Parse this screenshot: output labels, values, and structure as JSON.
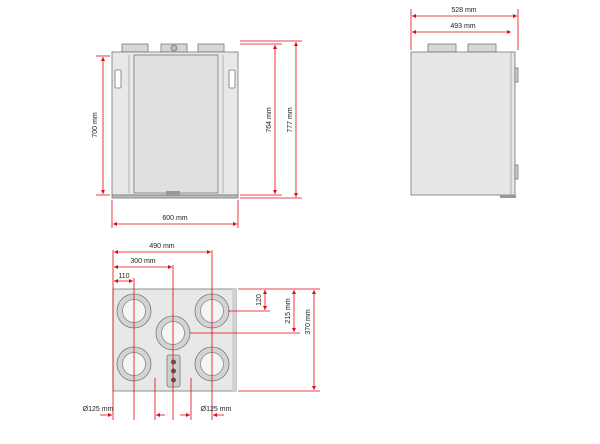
{
  "colors": {
    "dimension": "#e30613",
    "body": "#e8e8e8",
    "panel": "#dcdcdc",
    "outline": "#777777",
    "text": "#222222"
  },
  "front_view": {
    "width_label": "600 mm",
    "height_left_label": "700 mm",
    "height_mid_label": "764 mm",
    "height_right_label": "777 mm"
  },
  "side_view": {
    "outer_width_label": "528 mm",
    "inner_width_label": "493 mm"
  },
  "top_view": {
    "dim_490_label": "490 mm",
    "dim_300_label": "300 mm",
    "dim_110_label": "110",
    "dim_120_label": "120",
    "dim_215_label": "215 mm",
    "dim_370_label": "370 mm",
    "duct_left_label": "Ø125 mm",
    "duct_right_label": "Ø125 mm"
  }
}
